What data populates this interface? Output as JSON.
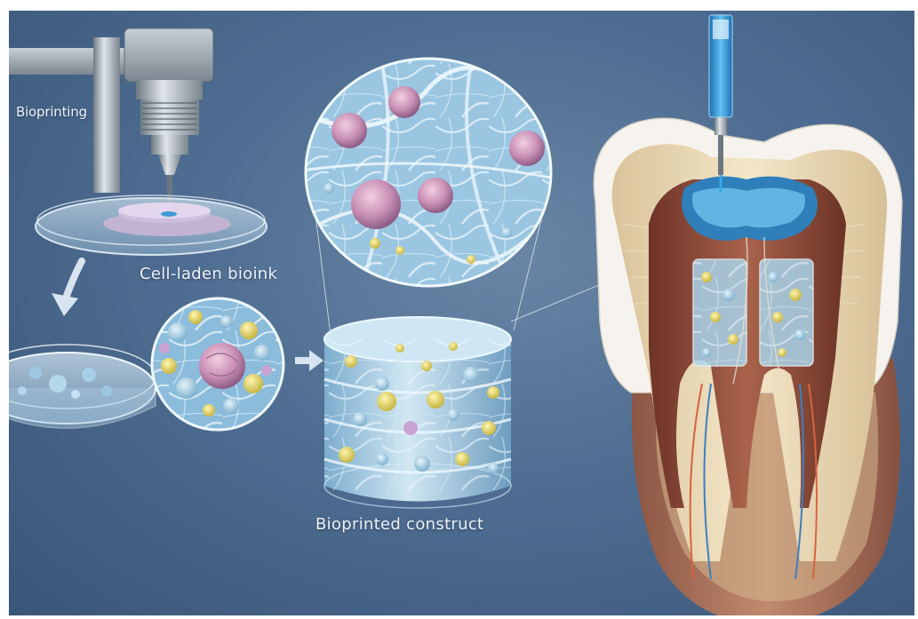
{
  "labels": {
    "bioprinting": "Bioprinting",
    "cell_laden_bioink": "Cell-laden bioink",
    "bioprinted_construct": "Bioprinted construct"
  },
  "colors": {
    "background": "#4f6d92",
    "hydrogel": "#bfe0f2",
    "cell_pink": "#c98fb4",
    "cell_yellow": "#e3d36a",
    "dentin": "#ecdcb8",
    "enamel": "#f6f3ee",
    "pulp": "#8c4a3a",
    "gingiva": "#a9725c",
    "needle_fluid": "#3aa6e6"
  },
  "icons": [
    "bioprinter-icon",
    "petri-dish-icon",
    "arrow-icon",
    "magnifier-circle-icon",
    "tooth-cross-section-icon",
    "syringe-icon"
  ]
}
